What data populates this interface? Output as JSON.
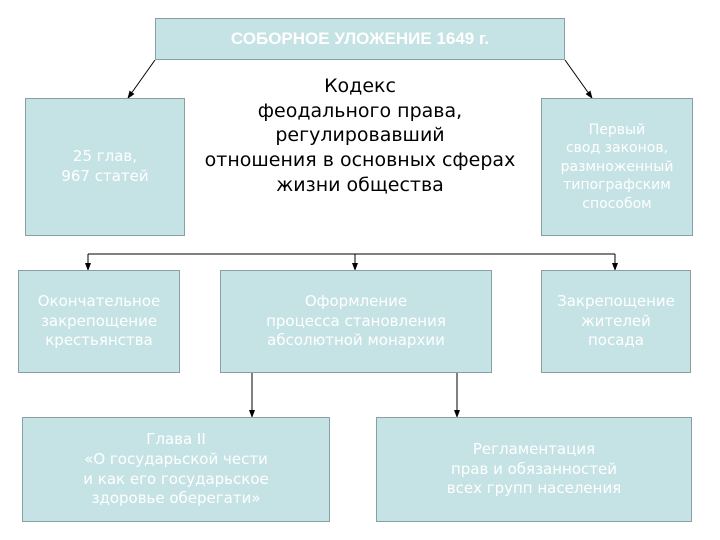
{
  "title": "СОБОРНОЕ УЛОЖЕНИЕ 1649 г.",
  "center_text": "Кодекс\nфеодального права, регулировавший\nотношения в основных сферах\nжизни общества",
  "boxes": {
    "chapters": "25 глав,\n967 статей",
    "first_code": "Первый\nсвод законов,\nразмноженный\nтипографским\nспособом",
    "serfdom": "Окончательное\nзакрепощение\nкрестьянства",
    "absolutism": "Оформление\nпроцесса становления\nабсолютной монархии",
    "posad": "Закрепощение\nжителей\nпосада",
    "chapter_two": "Глава II\n«О государьской чести\nи как его государьское\nздоровье оберегати»",
    "regulation": "Регламентация\nправ и обязанностей\nвсех групп населения"
  },
  "colors": {
    "box_fill": "#c5e2e4",
    "box_text": "#ffffff",
    "connector": "#000000"
  }
}
